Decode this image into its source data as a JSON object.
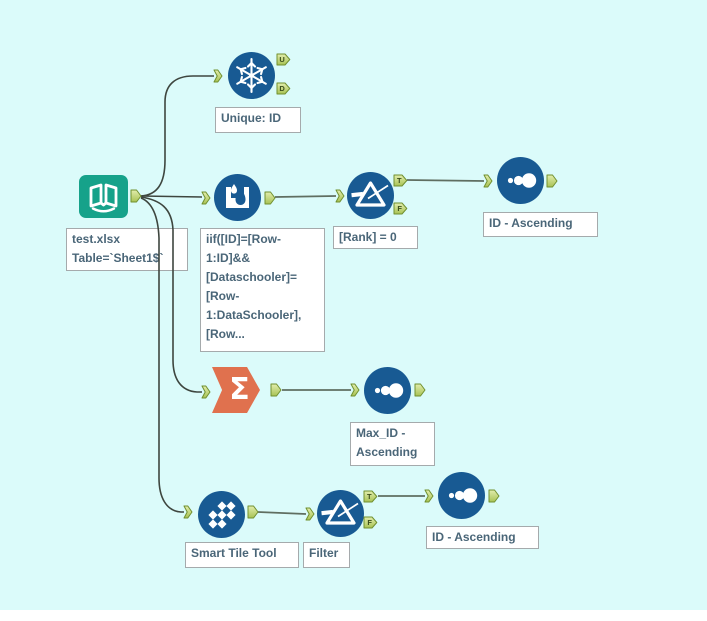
{
  "workflow": {
    "background_color": "#DBFBFA",
    "footer_color": "#FFFFFF",
    "node_blue": "#185A93",
    "node_teal": "#16A28A",
    "node_orange": "#E0714E",
    "anchor_letters": {
      "u": "U",
      "d": "D",
      "t": "T",
      "f": "F"
    },
    "tools": {
      "input_data": {
        "annotation": "test.xlsx\nTable=`Sheet1$`"
      },
      "unique": {
        "annotation": "Unique: ID"
      },
      "multi_row_formula": {
        "annotation": "iif([ID]=[Row-\n1:ID]&&\n[Dataschooler]=\n[Row-\n1:DataSchooler],\n[Row..."
      },
      "filter_rank": {
        "annotation": "[Rank] = 0"
      },
      "sort_top": {
        "annotation": "ID - Ascending"
      },
      "summarize": {
        "glyph": "Σ"
      },
      "sort_max": {
        "annotation": "Max_ID -\nAscending"
      },
      "smart_tile": {
        "annotation": "Smart Tile Tool"
      },
      "filter_bottom": {
        "annotation": "Filter"
      },
      "sort_bottom": {
        "annotation": "ID - Ascending"
      }
    }
  }
}
